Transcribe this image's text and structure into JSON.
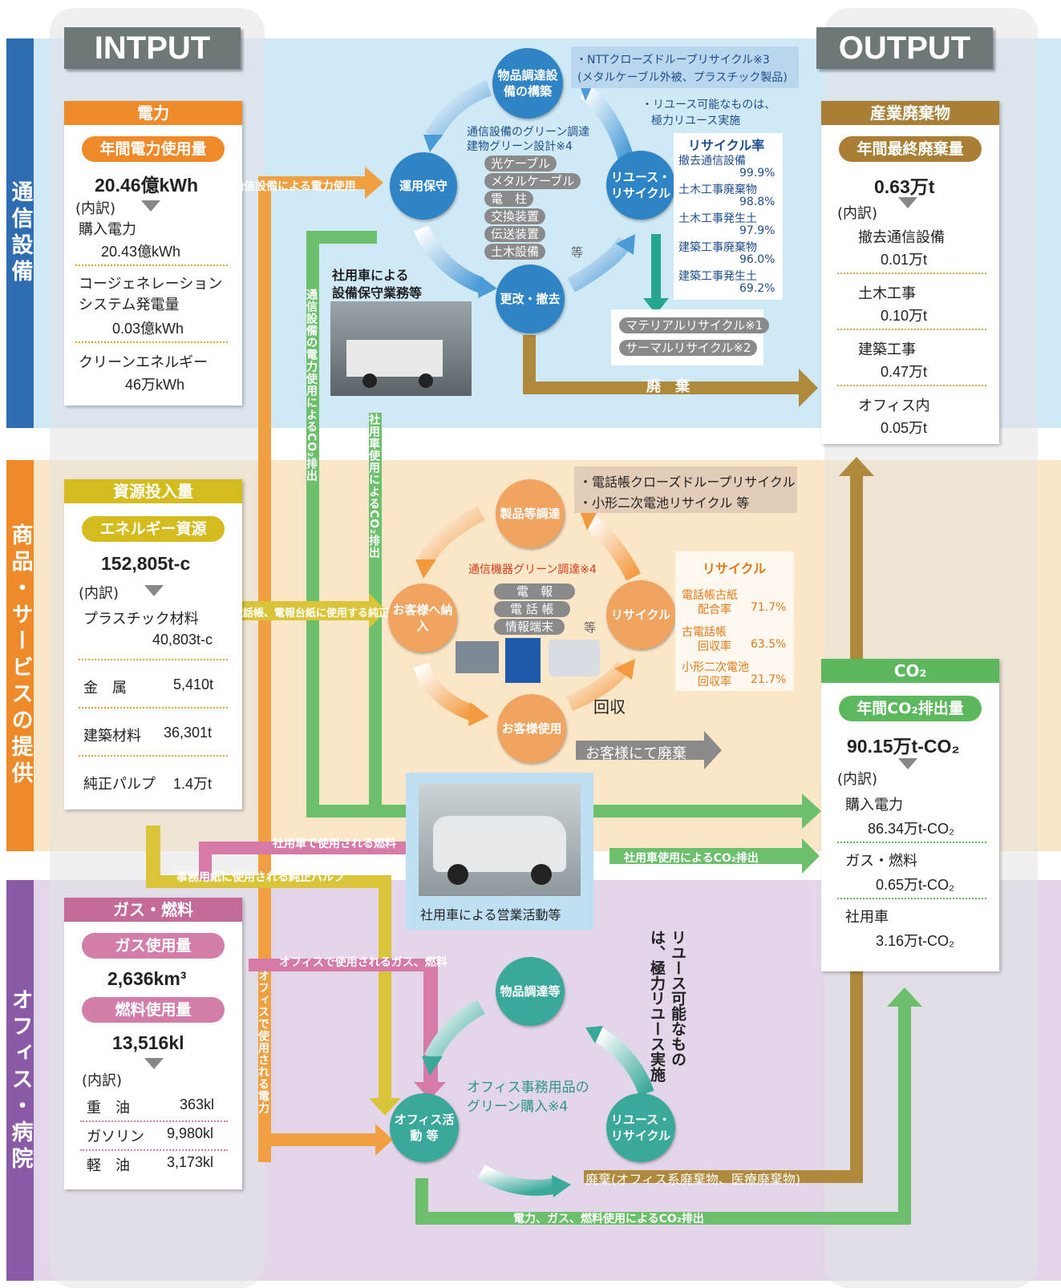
{
  "headers": {
    "input": "INTPUT",
    "output": "OUTPUT"
  },
  "sections": {
    "communication": "通信設備",
    "products": "商品・サービスの提供",
    "office": "オフィス・病院"
  },
  "electricity": {
    "title": "電力",
    "pill": "年間電力使用量",
    "total": "20.46億kWh",
    "breakdown_label": "(内訳)",
    "items": [
      {
        "label": "購入電力",
        "value": "20.43億kWh"
      },
      {
        "label": "コージェネレーション",
        "label2": "システム発電量",
        "value": "0.03億kWh"
      },
      {
        "label": "クリーンエネルギー",
        "value": "46万kWh"
      }
    ]
  },
  "resources": {
    "title": "資源投入量",
    "pill": "エネルギー資源",
    "total": "152,805t-c",
    "breakdown_label": "(内訳)",
    "items": [
      {
        "label": "プラスチック材料",
        "value": "40,803t-c"
      },
      {
        "label": "金　属",
        "value": "5,410t"
      },
      {
        "label": "建築材料",
        "value": "36,301t"
      },
      {
        "label": "純正パルプ",
        "value": "1.4万t"
      }
    ]
  },
  "gas": {
    "title": "ガス・燃料",
    "pill1": "ガス使用量",
    "value1": "2,636km³",
    "pill2": "燃料使用量",
    "value2": "13,516kl",
    "breakdown_label": "(内訳)",
    "items": [
      {
        "label": "重　油",
        "value": "363kl"
      },
      {
        "label": "ガソリン",
        "value": "9,980kl"
      },
      {
        "label": "軽　油",
        "value": "3,173kl"
      }
    ]
  },
  "waste": {
    "title": "産業廃棄物",
    "pill": "年間最終廃棄量",
    "total": "0.63万t",
    "breakdown_label": "(内訳)",
    "items": [
      {
        "label": "撤去通信設備",
        "value": "0.01万t"
      },
      {
        "label": "土木工事",
        "value": "0.10万t"
      },
      {
        "label": "建築工事",
        "value": "0.47万t"
      },
      {
        "label": "オフィス内",
        "value": "0.05万t"
      }
    ]
  },
  "co2": {
    "title": "CO₂",
    "pill": "年間CO₂排出量",
    "total": "90.15万t-CO₂",
    "breakdown_label": "(内訳)",
    "items": [
      {
        "label": "購入電力",
        "value": "86.34万t-CO₂"
      },
      {
        "label": "ガス・燃料",
        "value": "0.65万t-CO₂"
      },
      {
        "label": "社用車",
        "value": "3.16万t-CO₂"
      }
    ]
  },
  "comm_cycle": {
    "procure": "物品調達設備の構築",
    "operate": "運用保守",
    "reuse": "リユース・リサイクル",
    "replace": "更改・撤去",
    "note_closed": "・NTTクローズドループリサイクル※3",
    "note_closed2": "(メタルケーブル外被、プラスチック製品)",
    "note_reuse": "・リユース可能なものは、",
    "note_reuse2": "極力リユース実施",
    "green_note": "通信設備のグリーン調達",
    "green_note2": "建物グリーン設計※4",
    "equipment": [
      "光ケーブル",
      "メタルケーブル",
      "電　柱",
      "交換装置",
      "伝送装置",
      "土木設備"
    ],
    "equipment_etc": "等",
    "rates_title": "リサイクル率",
    "rates": [
      {
        "label": "撤去通信設備",
        "value": "99.9%"
      },
      {
        "label": "土木工事廃棄物",
        "value": "98.8%"
      },
      {
        "label": "土木工事発生土",
        "value": "97.9%"
      },
      {
        "label": "建築工事廃棄物",
        "value": "96.0%"
      },
      {
        "label": "建築工事発生土",
        "value": "69.2%"
      }
    ],
    "material": "マテリアルリサイクル※1",
    "thermal": "サーマルリサイクル※2",
    "maintenance_label": "社用車による",
    "maintenance_label2": "設備保守業務等",
    "disposal": "廃　棄"
  },
  "prod_cycle": {
    "procure": "製品等調達",
    "deliver": "お客様へ納入",
    "recycle": "リサイクル",
    "use": "お客様使用",
    "note1": "・電話帳クローズドループリサイクル",
    "note2": "・小形二次電池リサイクル 等",
    "green": "通信機器グリーン調達※4",
    "items": [
      "電　報",
      "電 話 帳",
      "情報端末"
    ],
    "items_etc": "等",
    "recycle_title": "リサイクル",
    "recycle_rates": [
      {
        "label": "電話帳古紙",
        "label2": "配合率",
        "value": "71.7%"
      },
      {
        "label": "古電話帳",
        "label2": "回収率",
        "value": "63.5%"
      },
      {
        "label": "小形二次電池",
        "label2": "回収率",
        "value": "21.7%"
      }
    ],
    "collect": "回収",
    "customer_disposal": "お客様にて廃棄"
  },
  "office_cycle": {
    "procure": "物品調達等",
    "activity": "オフィス活動 等",
    "reuse": "リユース・リサイクル",
    "green": "オフィス事務用品の",
    "green2": "グリーン購入※4",
    "reuse_note": "リユース可能なものは、極力リユース実施",
    "disposal": "廃棄(オフィス系廃棄物、医療廃棄物)"
  },
  "flows": {
    "comm_power": "通信設備による電力使用",
    "comm_co2": "通信設備の電力使用によるCO₂排出",
    "car_co2_v": "社用車使用によるCO₂排出",
    "paper_pulp": "電話帳、電報台紙に使用する純正パルプ",
    "car_fuel": "社用車で使用される燃料",
    "office_pulp": "事務用紙に使用される純正パルプ",
    "car_co2": "社用車使用によるCO₂排出",
    "office_gas": "オフィスで使用されるガス、燃料",
    "office_power": "オフィスで使用される電力",
    "office_co2": "電力、ガス、燃料使用によるCO₂排出",
    "car_caption": "社用車による営業活動等"
  },
  "colors": {
    "blue": "#2f84c6",
    "orange": "#ef8a2a",
    "teal": "#3aa89a",
    "purple": "#8a5aa6",
    "brown": "#b08a3c",
    "green": "#6cc06b",
    "pink": "#d67aa8",
    "yellow": "#d9c43a"
  }
}
